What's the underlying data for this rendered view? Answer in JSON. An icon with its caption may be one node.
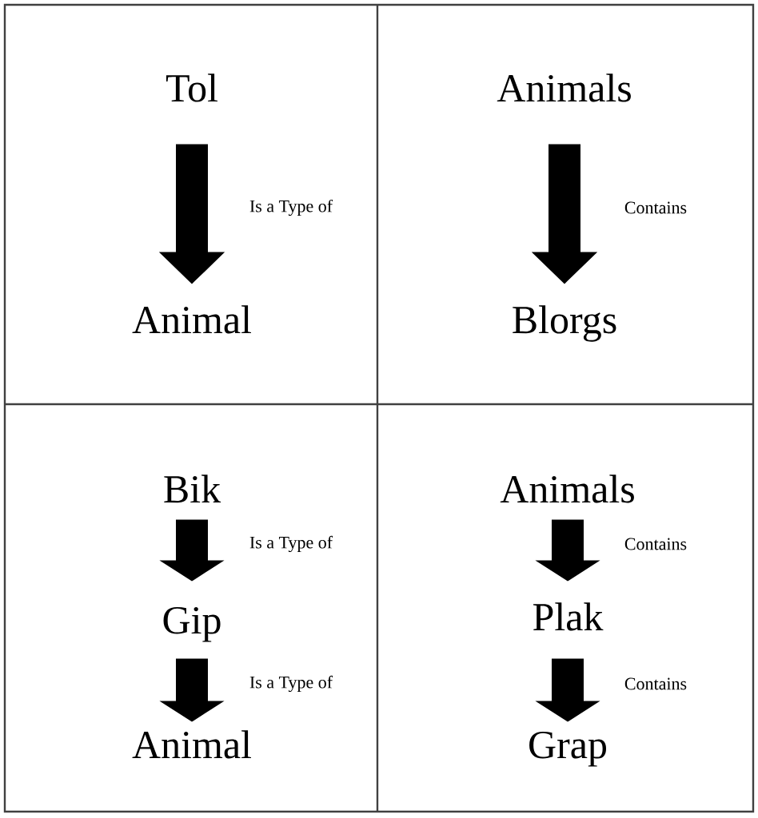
{
  "diagram": {
    "nodes": [
      {
        "text": [
          "Tol"
        ]
      },
      {
        "text": [
          "Animal"
        ]
      },
      {
        "text": [
          "Animals"
        ]
      },
      {
        "text": [
          "Blorgs"
        ]
      },
      {
        "text": [
          "Bik"
        ]
      },
      {
        "text": [
          "Gip"
        ]
      },
      {
        "text": [
          "Animal"
        ]
      },
      {
        "text": [
          "Animals"
        ]
      },
      {
        "text": [
          "Plak"
        ]
      },
      {
        "text": [
          "Grap"
        ]
      }
    ],
    "edges": [
      {
        "from": 0,
        "to": 1,
        "arrow": "to",
        "label": "Is a Type of"
      },
      {
        "from": 2,
        "to": 3,
        "arrow": "to",
        "label": "Contains"
      },
      {
        "from": 4,
        "to": 5,
        "arrow": "to",
        "label": "Is a Type of"
      },
      {
        "from": 5,
        "to": 6,
        "arrow": "to",
        "label": "Is a Type of"
      },
      {
        "from": 7,
        "to": 8,
        "arrow": "to",
        "label": "Contains"
      },
      {
        "from": 8,
        "to": 9,
        "arrow": "to",
        "label": "Contains"
      }
    ]
  }
}
